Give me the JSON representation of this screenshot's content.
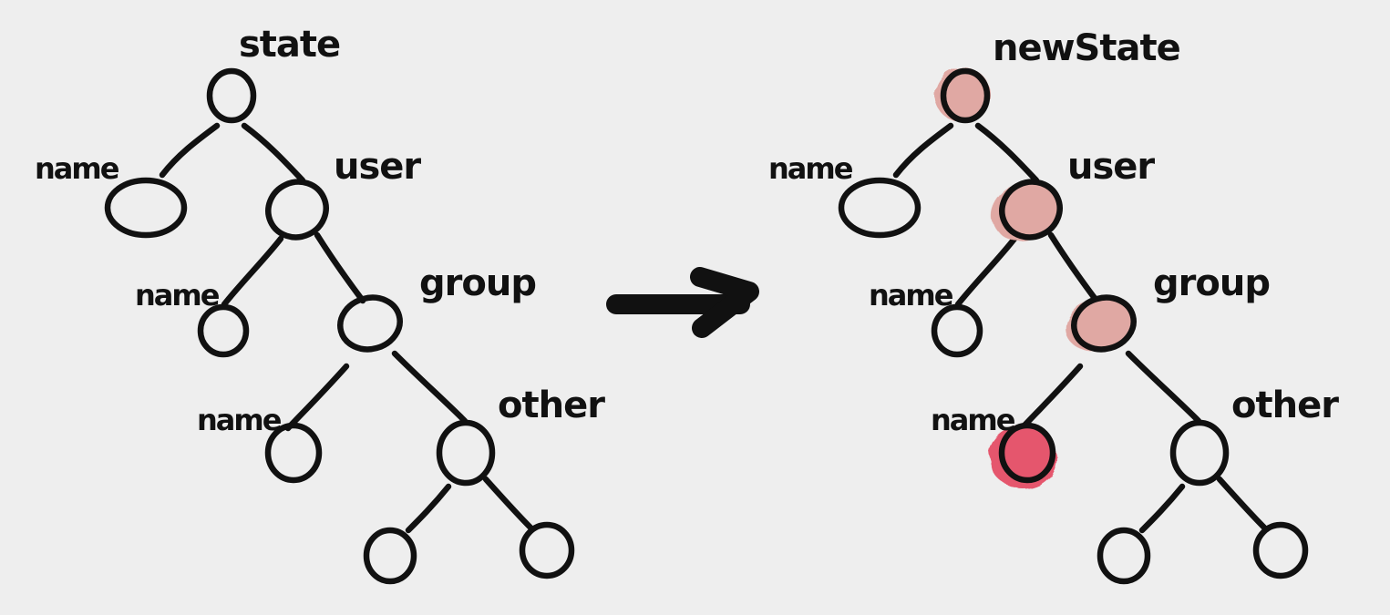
{
  "colors": {
    "background": "#eeeeee",
    "ink": "#111111",
    "changed_path": "#e0a8a3",
    "changed_leaf": "#e5576d"
  },
  "trees": [
    {
      "id": "before",
      "labels": {
        "root": "state",
        "root_name": "name",
        "user": "user",
        "user_name": "name",
        "group": "group",
        "group_name": "name",
        "other": "other"
      },
      "changed_nodes": []
    },
    {
      "id": "after",
      "labels": {
        "root": "newState",
        "root_name": "name",
        "user": "user",
        "user_name": "name",
        "group": "group",
        "group_name": "name",
        "other": "other"
      },
      "changed_nodes": [
        "root",
        "user",
        "group"
      ],
      "updated_node": "group_name"
    }
  ],
  "connector": {
    "icon": "right-arrow-icon"
  }
}
